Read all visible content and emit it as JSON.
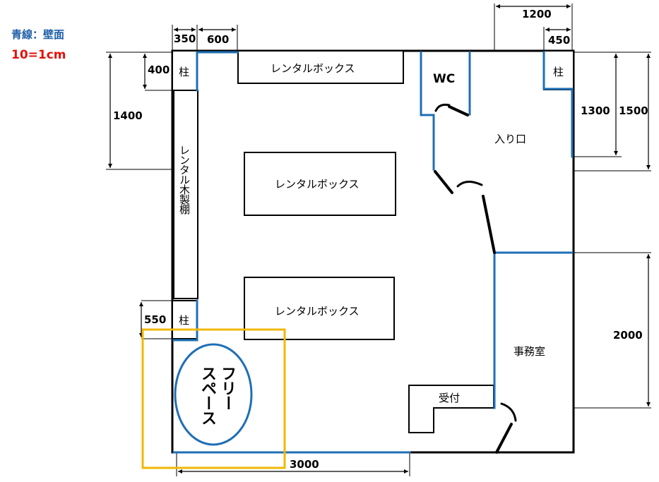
{
  "legend": {
    "wall": "青線：壁面",
    "scale": "10=1cm"
  },
  "colors": {
    "wall_blue": "#1f6fb5",
    "outline_black": "#000000",
    "free_space_highlight": "#f2b705",
    "scale_red": "#e3120b"
  },
  "rooms": {
    "rental_box_top": "レンタルボックス",
    "rental_box_middle": "レンタルボックス",
    "rental_box_lower": "レンタルボックス",
    "rental_shelf": "レンタル木製棚",
    "wc": "WC",
    "entrance": "入り口",
    "office": "事務室",
    "reception": "受付",
    "pillar_top_left": "柱",
    "pillar_top_right": "柱",
    "pillar_lower_left": "柱",
    "free_space_line1": "フリー",
    "free_space_line2": "スペース"
  },
  "dimensions": {
    "top_left_pillar_width": "350",
    "top_left_wall": "600",
    "top_right_span": "1200",
    "top_right_pillar_width": "450",
    "left_pillar_height": "400",
    "left_height": "1400",
    "right_wall_1300": "1300",
    "right_wall_1500": "1500",
    "lower_left_pillar": "550",
    "office_height": "2000",
    "bottom_wall": "3000"
  }
}
